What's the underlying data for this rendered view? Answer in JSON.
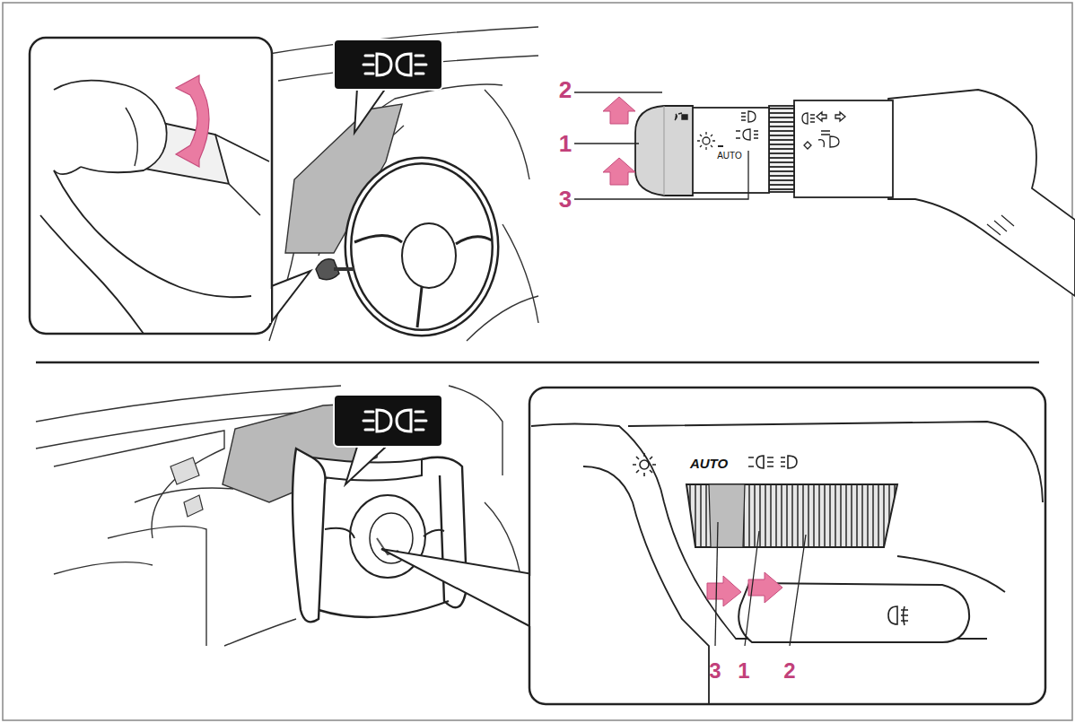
{
  "diagram": {
    "labels": [
      "2",
      "1",
      "3",
      "AUTO",
      "AUTO",
      "3",
      "1",
      "2"
    ]
  }
}
